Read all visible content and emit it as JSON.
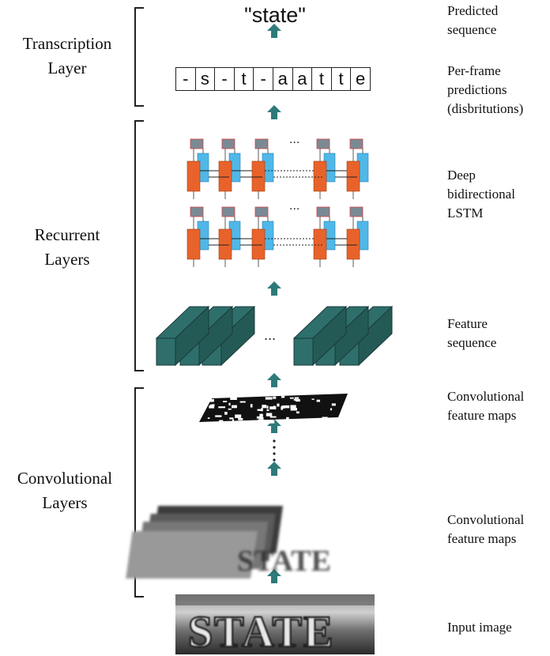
{
  "left_labels": {
    "transcription": "Transcription\nLayer",
    "recurrent": "Recurrent\nLayers",
    "convolutional": "Convolutional\nLayers"
  },
  "right_labels": {
    "predicted_sequence": "Predicted\nsequence",
    "per_frame": "Per-frame\npredictions\n(disbritutions)",
    "lstm": "Deep\nbidirectional\nLSTM",
    "feature_sequence": "Feature\nsequence",
    "conv_maps_top": "Convolutional\nfeature maps",
    "conv_maps_bottom": "Convolutional\nfeature maps",
    "input_image": "Input image"
  },
  "predicted_text": "\"state\"",
  "per_frame_chars": [
    "-",
    "s",
    "-",
    "t",
    "-",
    "a",
    "a",
    "t",
    "t",
    "e"
  ],
  "ellipsis": "...",
  "input_word": "STATE",
  "colors": {
    "arrow": "#2e7a7a",
    "feature_block": "#2e6f6b",
    "lstm_orange": "#e8632b",
    "lstm_blue": "#4fb8e8",
    "lstm_gray": "#7a8a95"
  }
}
